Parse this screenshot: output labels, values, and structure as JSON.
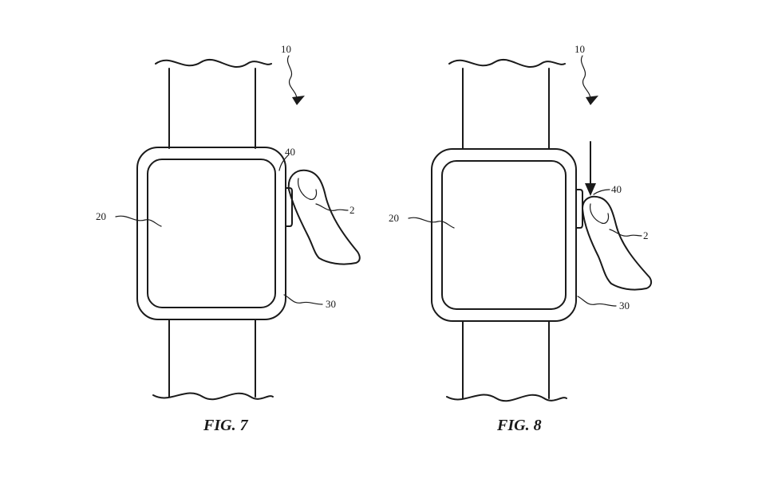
{
  "figures": [
    {
      "caption": "FIG. 7",
      "labels": {
        "device": "10",
        "crown": "40",
        "finger": "2",
        "display": "20",
        "housing": "30"
      }
    },
    {
      "caption": "FIG. 8",
      "labels": {
        "device": "10",
        "crown": "40",
        "finger": "2",
        "display": "20",
        "housing": "30"
      }
    }
  ]
}
